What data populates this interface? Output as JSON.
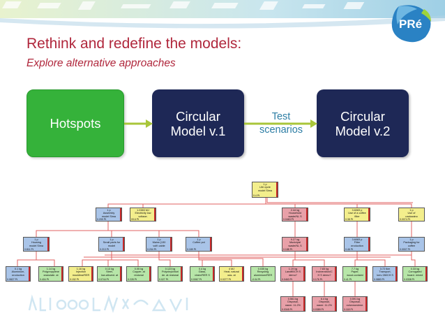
{
  "slide": {
    "title": "Rethink and redefine the models:",
    "subtitle": "Explore alternative approaches"
  },
  "logo": {
    "text": "PRé"
  },
  "flow": {
    "hotspots": "Hotspots",
    "model_v1": "Circular\nModel v.1",
    "test_label": "Test\nscenarios",
    "model_v2": "Circular\nModel v.2"
  },
  "colors": {
    "title": "#b0273c",
    "hotspots_fill": "#35b23a",
    "model_fill": "#1e2856",
    "arrow": "#a9c63a",
    "test_text": "#2c7da4",
    "tree_line": "#e06060"
  },
  "tree": {
    "nodes": [
      {
        "id": "root",
        "text": "1 p\nLife cycle\nmodel Sima",
        "value": "0.4 Pt",
        "color": "#f3ee8c"
      },
      {
        "id": "n11",
        "text": "1 p\nAssembly\nmodel Sima",
        "value": "0.209 Pt",
        "color": "#a9c4e8"
      },
      {
        "id": "n12",
        "text": "1.0383 MJ\nElectricity low\nvoltage,",
        "value": "09.6 Pt",
        "color": "#f3ee8c"
      },
      {
        "id": "n13",
        "text": "2.44 kg\nHousehold\nwaste/NL S",
        "value": "0.0463 Pt",
        "color": "#e8a0a8"
      },
      {
        "id": "n14",
        "text": "3.6083 p\nUse of a coffee\nfilter",
        "value": "0.38 Pt",
        "color": "#f3ee8c"
      },
      {
        "id": "n15",
        "text": "1 p\nUse of\npackaging",
        "value": "0.0074 Pt",
        "color": "#f3ee8c"
      },
      {
        "id": "n21",
        "text": "1 p\nHousing\nmodel Sima",
        "value": "0.811 Pt",
        "color": "#a9c4e8"
      },
      {
        "id": "n22",
        "text": "1 p\nSmall parts for\nmodel",
        "value": "0.213 Pt",
        "color": "#a9c4e8"
      },
      {
        "id": "n23",
        "text": "1 p\nMains (130\nvolt) cable",
        "value": "0.204 Pt",
        "color": "#a9c4e8"
      },
      {
        "id": "n24",
        "text": "1 p\nCoffee pot",
        "value": "0.189 Pt",
        "color": "#a9c4e8"
      },
      {
        "id": "n25",
        "text": "9.27 kg\nMunicipal\nwaste/NL S",
        "value": "0.188 Pt",
        "color": "#e8a0a8"
      },
      {
        "id": "n26",
        "text": "3.6083 p\nFilter\nproduction",
        "value": "0.46 Pt",
        "color": "#a9c4e8"
      },
      {
        "id": "n27",
        "text": "1 p\nPackaging for\ncoffee",
        "value": "0.0007 Pt",
        "color": "#a9c4e8"
      },
      {
        "id": "n31",
        "text": "0.1 kg\nAluminium,\nproduction",
        "value": "0.0827 Pt",
        "color": "#a9c4e8"
      },
      {
        "id": "n32",
        "text": "1.14 kg\nPolypropylene\ngranulate, at",
        "value": "0.404 Pt",
        "color": "#b7e6a8"
      },
      {
        "id": "n33",
        "text": "1.16 kg\nInjection\nmoulding/RER",
        "value": "0.152 Pt",
        "color": "#f3ee8c"
      },
      {
        "id": "n34",
        "text": "0.13 kg\nSteel,\nlow-alloyed, at",
        "value": "0.0744 Pt",
        "color": "#b7e6a8"
      },
      {
        "id": "n35",
        "text": "0.05 kg\nCopper, at\nregional",
        "value": "0.228 Pt",
        "color": "#b7e6a8"
      },
      {
        "id": "n36",
        "text": "0.123 kg\nPolyvinylchlori\nde, at regional",
        "value": "0.027 Pt",
        "color": "#b7e6a8"
      },
      {
        "id": "n37",
        "text": "0.4 kg\nGlass,\nvirgin/RER S",
        "value": "0.0067 Pt",
        "color": "#b7e6a8"
      },
      {
        "id": "n38",
        "text": "4 MJ\nHeat, natural\ngas, at",
        "value": "0.0277 Pt",
        "color": "#f3ee8c"
      },
      {
        "id": "n39",
        "text": "0.035 kg\nRecycling\naluminium/RER",
        "value": "-0.04 Pt",
        "color": "#b7e6a8"
      },
      {
        "id": "n310",
        "text": "1.19 kg\nLandfill/CH S\ndemo?",
        "value": "0.0463 Pt",
        "color": "#e8a0a8"
      },
      {
        "id": "n311",
        "text": "7.83 kg\nIncineration/C\nH S demo?",
        "value": "0.176 Pt",
        "color": "#e8a0a8"
      },
      {
        "id": "n312",
        "text": "7.7 kg\nPaper,\nwood-containi",
        "value": "0.41 Pt",
        "color": "#b7e6a8"
      },
      {
        "id": "n313",
        "text": "3.72 tkm\nTransport,\nlorry 28t/CH S",
        "value": "0.0883 Pt",
        "color": "#a9c4e8"
      },
      {
        "id": "n314",
        "text": "0.33 kg\nCorrugated\nboard, mixed",
        "value": "0.0338 Pt",
        "color": "#b7e6a8"
      },
      {
        "id": "n41",
        "text": "0.561 kg\nDisposal,\npaper, 11.2%",
        "value": "0.0345 Pt",
        "color": "#e8a0a8"
      },
      {
        "id": "n42",
        "text": "6.4 kg\nDisposal,\npaper, 11.2%",
        "value": "0.0389 Pt",
        "color": "#e8a0a8"
      },
      {
        "id": "n43",
        "text": "0.591 kg\nDisposal,\npolypropylene,",
        "value": "0.118 Pt",
        "color": "#e8a0a8"
      }
    ]
  }
}
